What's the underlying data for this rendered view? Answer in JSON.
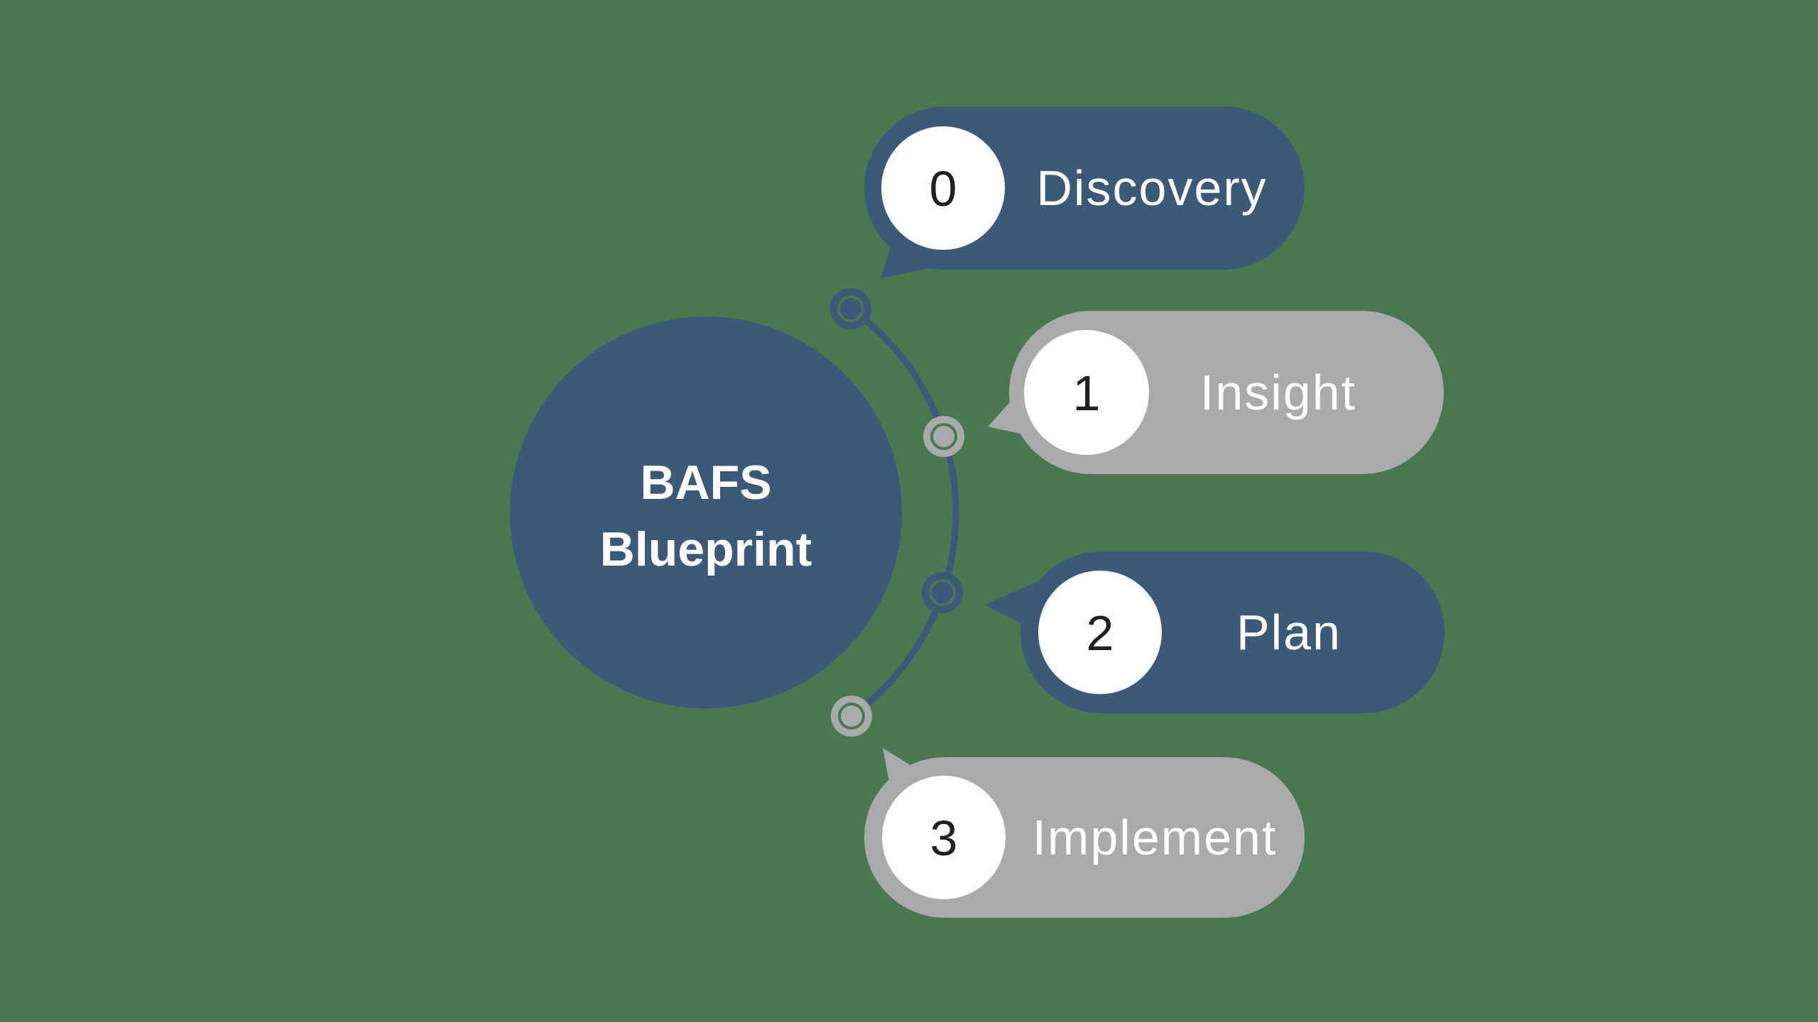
{
  "background_color": "#4a7751",
  "palette": {
    "blue": "#3e5878",
    "gray": "#a8aaac",
    "white": "#ffffff",
    "number_color": "#1f2023"
  },
  "center": {
    "title_line1": "BAFS",
    "title_line2": "Blueprint",
    "color": "#3e5878",
    "text_color": "#ffffff"
  },
  "connector": {
    "color": "#3e5878"
  },
  "stages": [
    {
      "number": "0",
      "label": "Discovery",
      "variant": "blue",
      "color": "#3e5878",
      "text_color": "#ffffff"
    },
    {
      "number": "1",
      "label": "Insight",
      "variant": "gray",
      "color": "#a8aaac",
      "text_color": "#ffffff"
    },
    {
      "number": "2",
      "label": "Plan",
      "variant": "blue",
      "color": "#3e5878",
      "text_color": "#ffffff"
    },
    {
      "number": "3",
      "label": "Implement",
      "variant": "gray",
      "color": "#a8aaac",
      "text_color": "#ffffff"
    }
  ]
}
